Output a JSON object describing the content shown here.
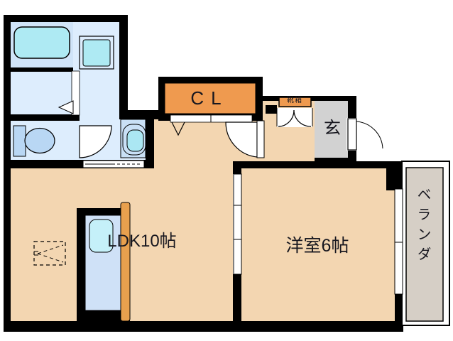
{
  "floorplan": {
    "labels": {
      "ldk": "LDK10帖",
      "western_room": "洋室6帖",
      "closet": "CL",
      "shoe_cabinet": "靴箱",
      "entrance": "玄",
      "balcony": "ベランダ"
    },
    "colors": {
      "wall": "#000000",
      "room_floor": "#f3d6b1",
      "wet_area_floor": "#ddedfd",
      "bath_floor": "#d0e4f8",
      "fixture_cyan": "#aeeaf3",
      "closet_orange": "#ef9a4f",
      "entrance_gray": "#d2d2d2",
      "balcony_floor": "#d6cfc6",
      "kitchen_blue": "#cfe1f7",
      "toilet_blue": "#b9d7f4"
    }
  }
}
